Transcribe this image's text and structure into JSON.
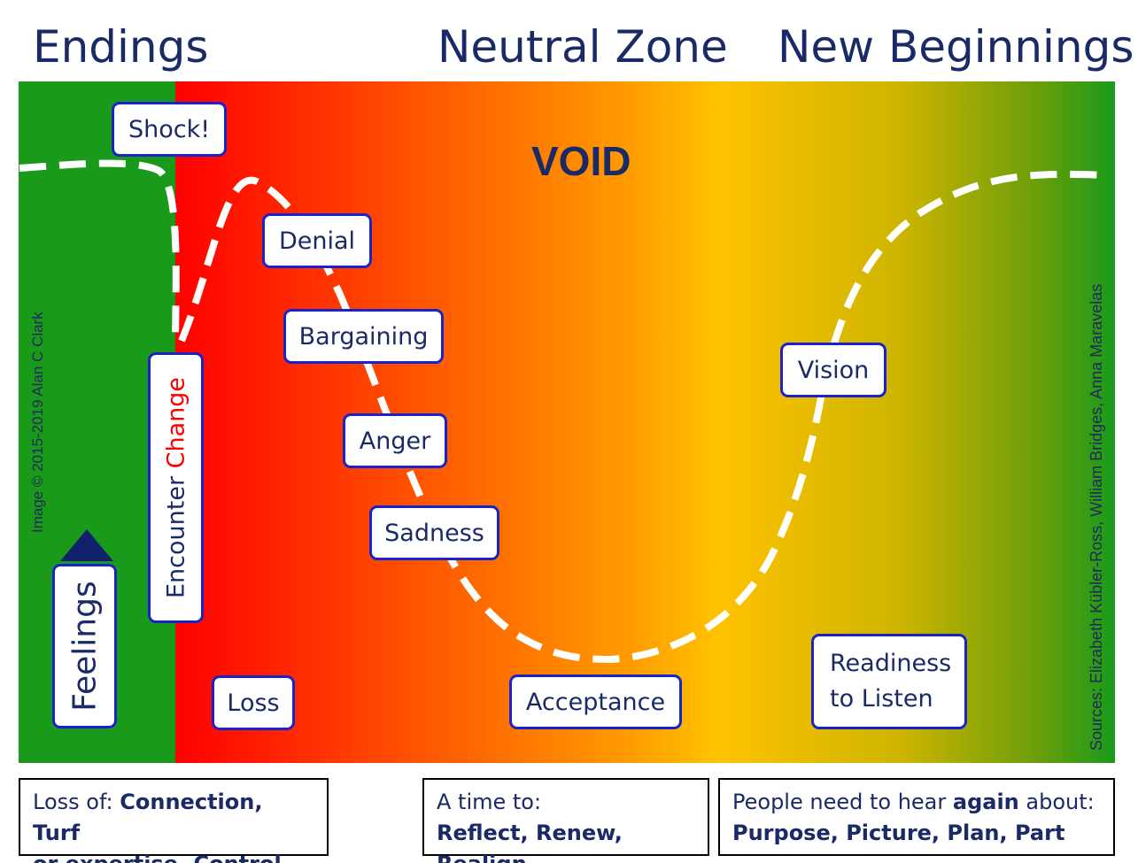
{
  "headers": {
    "endings": "Endings",
    "neutral": "Neutral Zone",
    "new_beginnings": "New Beginnings"
  },
  "void_label": "VOID",
  "stages": {
    "shock": "Shock!",
    "denial": "Denial",
    "bargaining": "Bargaining",
    "anger": "Anger",
    "sadness": "Sadness",
    "loss": "Loss",
    "acceptance": "Acceptance",
    "vision": "Vision",
    "readiness_line1": "Readiness",
    "readiness_line2": "to Listen"
  },
  "encounter": {
    "part1": "Encounter",
    "part2": "Change"
  },
  "feelings": "Feelings",
  "credits": {
    "image": "Image © 2015-2019 Alan C Clark",
    "sources": "Sources: Elizabeth Kübler-Ross, William Bridges, Anna Maravelas"
  },
  "footer": {
    "endings": {
      "prefix": "Loss of: ",
      "line1_bold": "Connection, Turf",
      "line2_bold": "or expertise, Control"
    },
    "neutral": {
      "line1": "A time to:",
      "line2_bold": "Reflect, Renew, Realign"
    },
    "new": {
      "part1": "People need to hear ",
      "bold": "again",
      "part2": " about:",
      "line2_bold": "Purpose, Picture, Plan, Part"
    }
  },
  "colors": {
    "green": "#1a9a1a",
    "red": "#ff0000",
    "orange": "#ff9c00",
    "yellow": "#ffc200",
    "navy": "#1a2a66",
    "box_border": "#1a22cc",
    "curve": "#ffffff"
  },
  "icons": {
    "feelings_arrow": "up-triangle-icon"
  }
}
